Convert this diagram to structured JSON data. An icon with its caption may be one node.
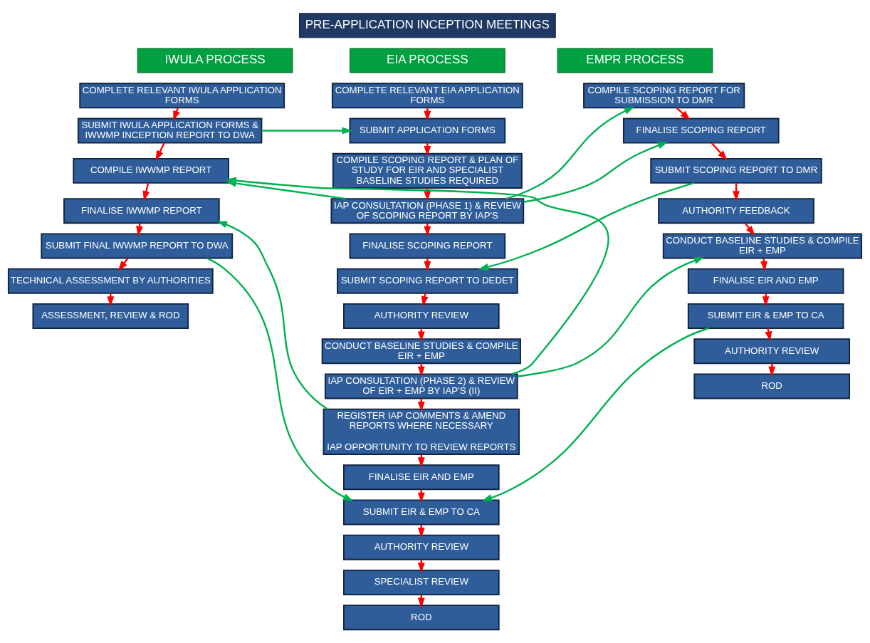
{
  "diagram": {
    "nodes": [
      {
        "text": [
          "IWULA PROCESS"
        ]
      },
      {
        "text": [
          "EIA PROCESS"
        ]
      },
      {
        "text": [
          "EMPR PROCESS"
        ]
      },
      {
        "text": [
          "PRE-APPLICATION INCEPTION MEETINGS"
        ]
      },
      {
        "text": [
          "COMPLETE RELEVANT IWULA APPLICATION FORMS"
        ]
      },
      {
        "text": [
          "SUBMIT IWULA APPLICATION FORMS & IWWMP INCEPTION REPORT TO DWA"
        ]
      },
      {
        "text": [
          "COMPILE IWWMP REPORT"
        ]
      },
      {
        "text": [
          "FINALISE IWWMP REPORT"
        ]
      },
      {
        "text": [
          "SUBMIT FINAL IWWMP REPORT TO DWA"
        ]
      },
      {
        "text": [
          "TECHNICAL ASSESSMENT BY AUTHORITIES"
        ]
      },
      {
        "text": [
          "ASSESSMENT, REVIEW & ROD"
        ]
      },
      {
        "text": [
          "COMPLETE RELEVANT EIA APPLICATION FORMS"
        ]
      },
      {
        "text": [
          "SUBMIT APPLICATION FORMS"
        ]
      },
      {
        "text": [
          "COMPILE SCOPING REPORT & PLAN OF STUDY FOR EIR AND SPECIALIST BASELINE STUDIES REQUIRED"
        ]
      },
      {
        "text": [
          "IAP CONSULTATION (PHASE 1) & REVIEW OF SCOPING REPORT BY IAP'S"
        ]
      },
      {
        "text": [
          "FINALISE SCOPING REPORT"
        ]
      },
      {
        "text": [
          "SUBMIT SCOPING REPORT TO DEDET"
        ]
      },
      {
        "text": [
          "AUTHORITY REVIEW"
        ]
      },
      {
        "text": [
          "CONDUCT BASELINE STUDIES & COMPILE EIR + EMP"
        ]
      },
      {
        "text": [
          "IAP CONSULTATION (PHASE 2) & REVIEW OF EIR + EMP BY IAP'S (II)"
        ]
      },
      {
        "text": [
          "REGISTER IAP COMMENTS & AMEND REPORTS WHERE NECESSARY",
          "IAP OPPORTUNITY TO REVIEW REPORTS"
        ]
      },
      {
        "text": [
          "FINALISE EIR AND EMP"
        ]
      },
      {
        "text": [
          "SUBMIT EIR & EMP TO CA"
        ]
      },
      {
        "text": [
          "AUTHORITY REVIEW"
        ]
      },
      {
        "text": [
          "SPECIALIST REVIEW"
        ]
      },
      {
        "text": [
          "ROD"
        ]
      },
      {
        "text": [
          "COMPILE SCOPING REPORT FOR SUBMISSION TO DMR"
        ]
      },
      {
        "text": [
          "FINALISE SCOPING REPORT"
        ]
      },
      {
        "text": [
          "SUBMIT SCOPING REPORT TO DMR"
        ]
      },
      {
        "text": [
          "AUTHORITY FEEDBACK"
        ]
      },
      {
        "text": [
          "CONDUCT BASELINE STUDIES & COMPILE EIR + EMP"
        ]
      },
      {
        "text": [
          "FINALISE EIR AND EMP"
        ]
      },
      {
        "text": [
          "SUBMIT EIR & EMP TO CA"
        ]
      },
      {
        "text": [
          "AUTHORITY REVIEW"
        ]
      },
      {
        "text": [
          "ROD"
        ]
      }
    ],
    "edges": [
      {
        "from": 4,
        "to": 5,
        "arrow": "to"
      },
      {
        "from": 5,
        "to": 6,
        "arrow": "to"
      },
      {
        "from": 6,
        "to": 7,
        "arrow": "to"
      },
      {
        "from": 7,
        "to": 8,
        "arrow": "to"
      },
      {
        "from": 8,
        "to": 9,
        "arrow": "to"
      },
      {
        "from": 9,
        "to": 10,
        "arrow": "to"
      },
      {
        "from": 11,
        "to": 12,
        "arrow": "to"
      },
      {
        "from": 12,
        "to": 13,
        "arrow": "to"
      },
      {
        "from": 13,
        "to": 14,
        "arrow": "to"
      },
      {
        "from": 14,
        "to": 15,
        "arrow": "to"
      },
      {
        "from": 15,
        "to": 16,
        "arrow": "to"
      },
      {
        "from": 16,
        "to": 17,
        "arrow": "to"
      },
      {
        "from": 17,
        "to": 18,
        "arrow": "to"
      },
      {
        "from": 18,
        "to": 19,
        "arrow": "to"
      },
      {
        "from": 19,
        "to": 20,
        "arrow": "to"
      },
      {
        "from": 20,
        "to": 21,
        "arrow": "to"
      },
      {
        "from": 21,
        "to": 22,
        "arrow": "to"
      },
      {
        "from": 22,
        "to": 23,
        "arrow": "to"
      },
      {
        "from": 23,
        "to": 24,
        "arrow": "to"
      },
      {
        "from": 24,
        "to": 25,
        "arrow": "to"
      },
      {
        "from": 26,
        "to": 27,
        "arrow": "to"
      },
      {
        "from": 27,
        "to": 28,
        "arrow": "to"
      },
      {
        "from": 28,
        "to": 29,
        "arrow": "to"
      },
      {
        "from": 29,
        "to": 30,
        "arrow": "to"
      },
      {
        "from": 30,
        "to": 31,
        "arrow": "to"
      },
      {
        "from": 31,
        "to": 32,
        "arrow": "to"
      },
      {
        "from": 32,
        "to": 33,
        "arrow": "to"
      },
      {
        "from": 33,
        "to": 34,
        "arrow": "to"
      },
      {
        "from": 5,
        "to": 12,
        "arrow": "to",
        "color": "#00b050"
      },
      {
        "from": 14,
        "to": 6,
        "arrow": "to",
        "color": "#00b050"
      },
      {
        "from": 19,
        "to": 6,
        "arrow": "to",
        "color": "#00b050"
      },
      {
        "from": 20,
        "to": 7,
        "arrow": "to",
        "color": "#00b050"
      },
      {
        "from": 8,
        "to": 22,
        "arrow": "to",
        "color": "#00b050"
      },
      {
        "from": 14,
        "to": 26,
        "arrow": "to",
        "color": "#00b050"
      },
      {
        "from": 14,
        "to": 27,
        "arrow": "to",
        "color": "#00b050"
      },
      {
        "from": 28,
        "to": 16,
        "arrow": "to",
        "color": "#00b050"
      },
      {
        "from": 19,
        "to": 30,
        "arrow": "to",
        "color": "#00b050"
      },
      {
        "from": 32,
        "to": 22,
        "arrow": "to",
        "color": "#00b050"
      }
    ]
  }
}
